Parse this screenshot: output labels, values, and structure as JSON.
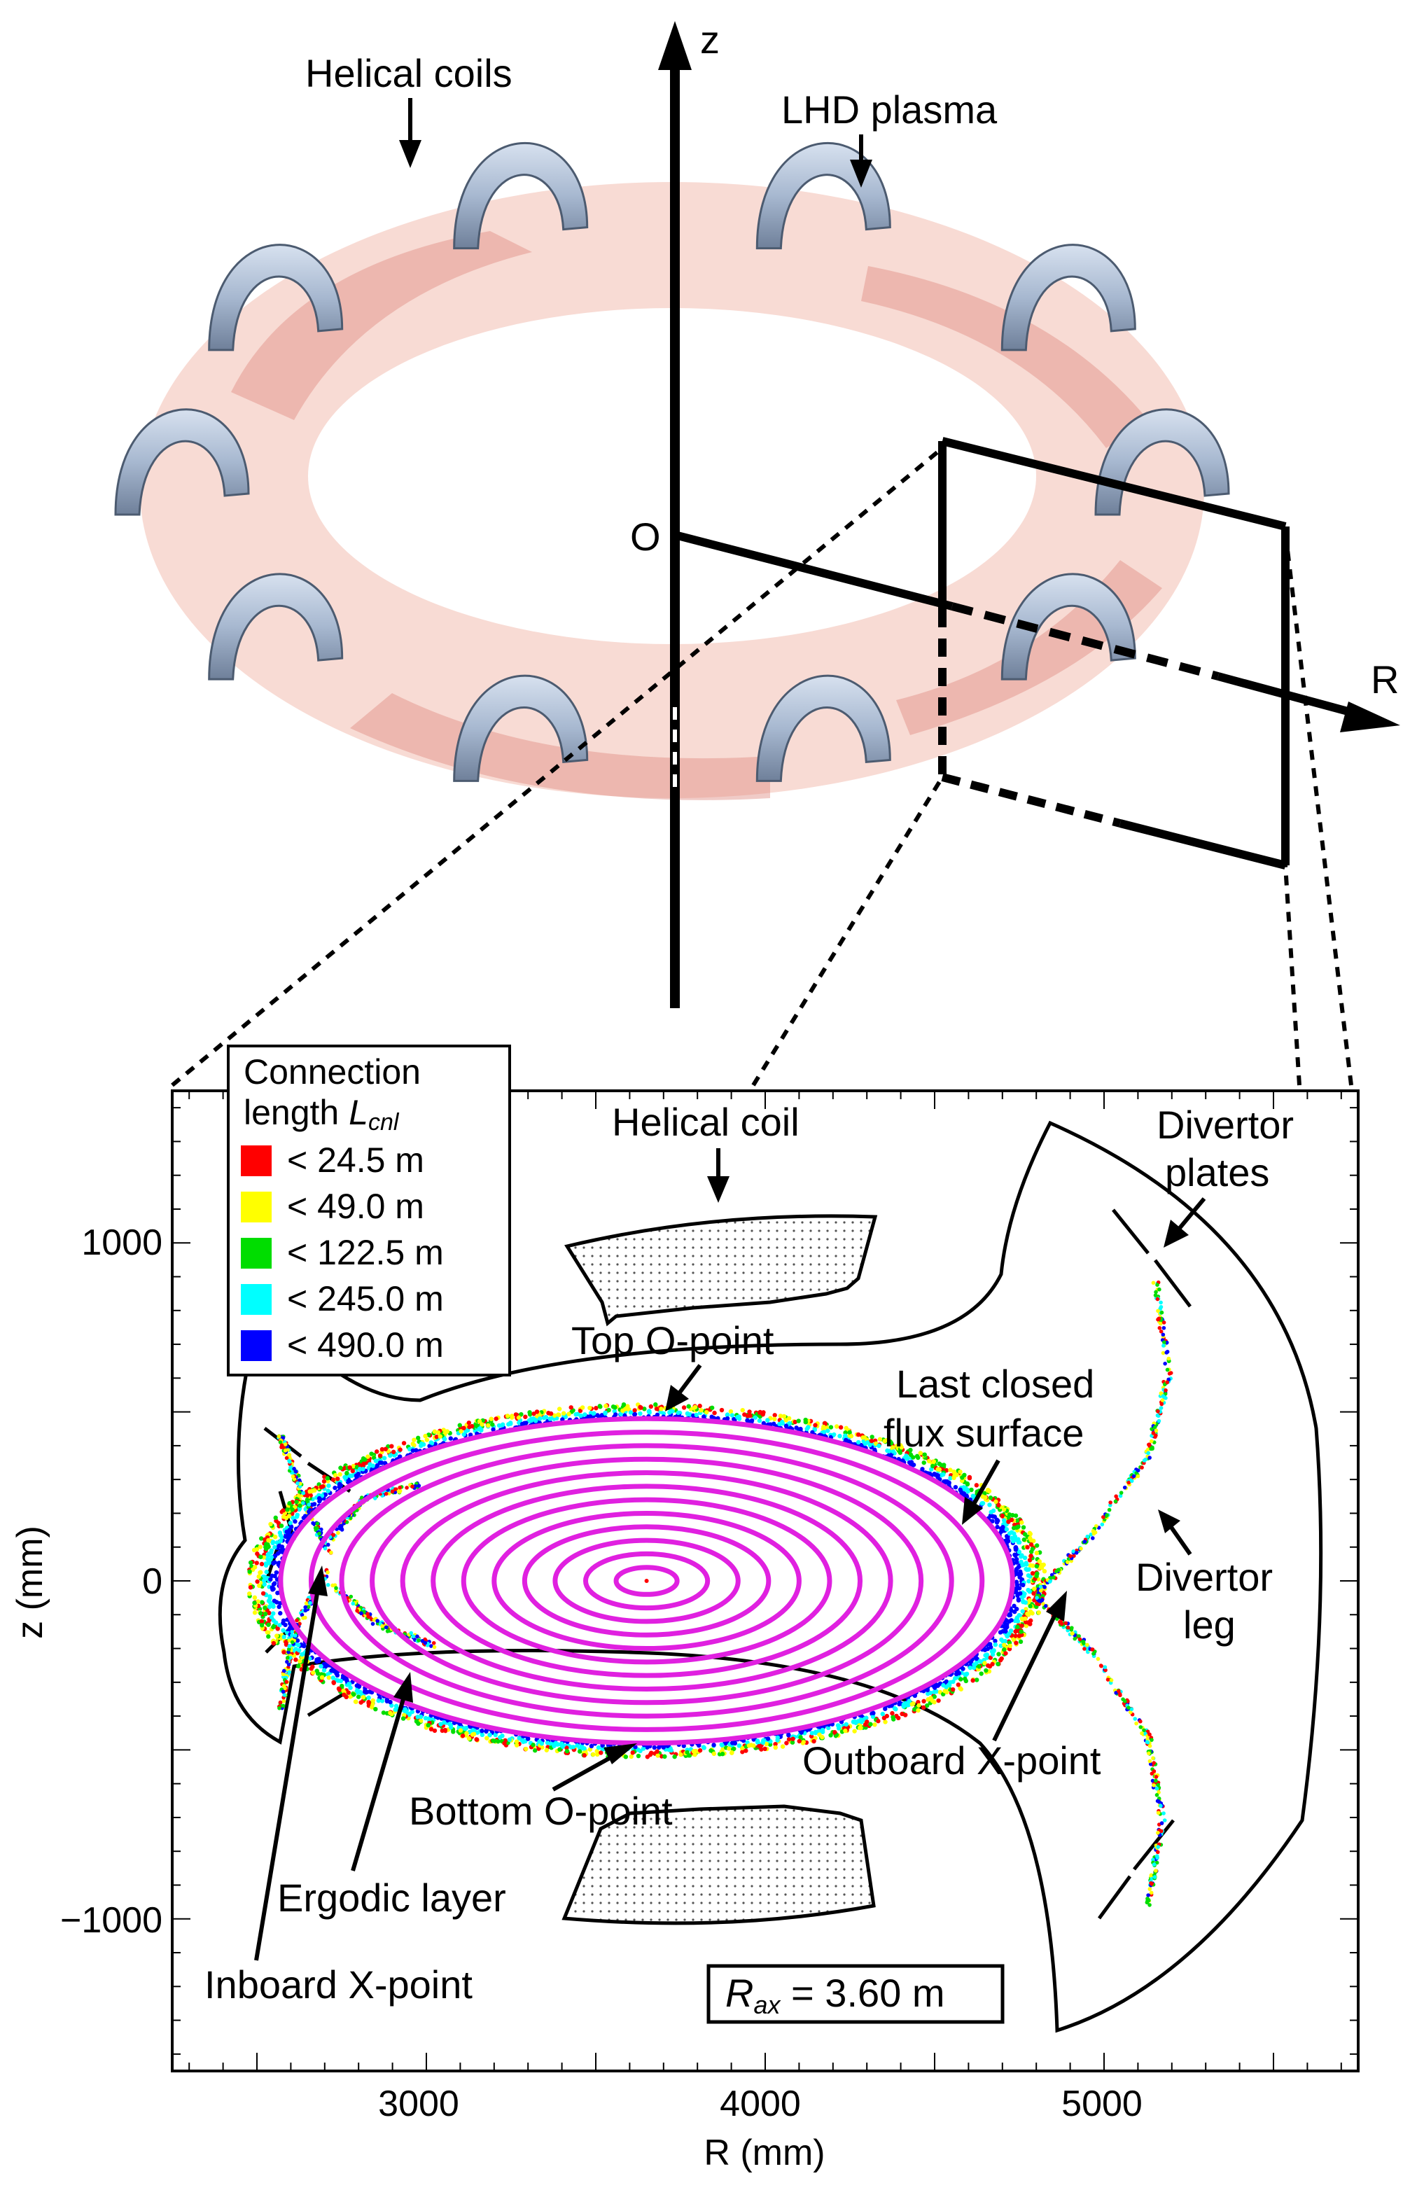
{
  "top_diagram": {
    "labels": {
      "helical_coils": "Helical coils",
      "lhd_plasma": "LHD plasma",
      "z_axis": "z",
      "origin": "O",
      "r_axis": "R"
    },
    "colors": {
      "coil": "#a9b9d1",
      "coil_edge": "#4c5b70",
      "plasma": "#f2b9ad",
      "plasma_dark": "#c8645a"
    }
  },
  "bottom_plot": {
    "legend": {
      "title_line1": "Connection",
      "title_line2_prefix": "length ",
      "title_line2_var": "L",
      "title_line2_sub": "cnl",
      "items": [
        {
          "label": "< 24.5 m",
          "color": "#ff0000"
        },
        {
          "label": "< 49.0 m",
          "color": "#ffff00"
        },
        {
          "label": "< 122.5 m",
          "color": "#00dd00"
        },
        {
          "label": "< 245.0 m",
          "color": "#00ffff"
        },
        {
          "label": "< 490.0 m",
          "color": "#0000ff"
        }
      ]
    },
    "annotations": {
      "helical_coil": "Helical coil",
      "divertor_plates_1": "Divertor",
      "divertor_plates_2": "plates",
      "top_o_point": "Top O-point",
      "last_closed_1": "Last closed",
      "last_closed_2": "flux surface",
      "divertor_leg_1": "Divertor",
      "divertor_leg_2": "leg",
      "outboard_x_point": "Outboard X-point",
      "bottom_o_point": "Bottom O-point",
      "ergodic_layer": "Ergodic layer",
      "inboard_x_point": "Inboard X-point"
    },
    "rax_box": {
      "var": "R",
      "sub": "ax",
      "value": " = 3.60 m"
    },
    "axes": {
      "xlabel": "R (mm)",
      "ylabel": "z (mm)",
      "xticks": [
        "3000",
        "4000",
        "5000"
      ],
      "yticks": [
        "1000",
        "0",
        "−1000"
      ],
      "xlim": [
        2250,
        5750
      ],
      "ylim": [
        -1450,
        1450
      ]
    },
    "surface_color": "#e020e0",
    "lcfs_center": [
      3650,
      0
    ],
    "lcfs_semi_axes": [
      1080,
      480
    ]
  }
}
